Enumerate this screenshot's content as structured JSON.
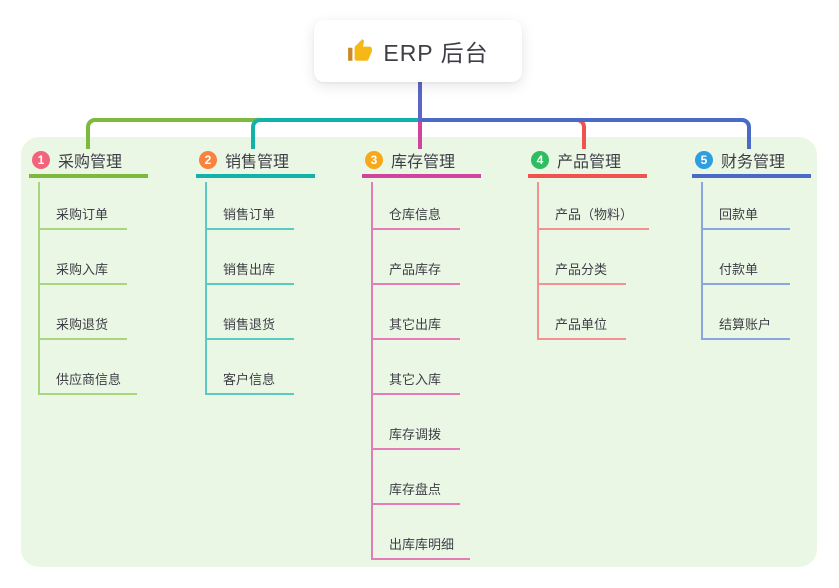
{
  "root": {
    "label": "ERP 后台",
    "icon": "thumbs-up-icon"
  },
  "branches": [
    {
      "badge": "1",
      "title": "采购管理",
      "line_color": "#7cb93e",
      "child_line_color": "#a9d57f",
      "badge_color": "#f2647c",
      "children": [
        "采购订单",
        "采购入库",
        "采购退货",
        "供应商信息"
      ]
    },
    {
      "badge": "2",
      "title": "销售管理",
      "line_color": "#12b2aa",
      "child_line_color": "#5cc9c2",
      "badge_color": "#f8823e",
      "children": [
        "销售订单",
        "销售出库",
        "销售退货",
        "客户信息"
      ]
    },
    {
      "badge": "3",
      "title": "库存管理",
      "line_color": "#d0449c",
      "child_line_color": "#e57cba",
      "badge_color": "#f7a81b",
      "children": [
        "仓库信息",
        "产品库存",
        "其它出库",
        "其它入库",
        "库存调拨",
        "库存盘点",
        "出库库明细"
      ]
    },
    {
      "badge": "4",
      "title": "产品管理",
      "line_color": "#ef5350",
      "child_line_color": "#f59191",
      "badge_color": "#2fbd5f",
      "children": [
        "产品（物料）",
        "产品分类",
        "产品单位"
      ]
    },
    {
      "badge": "5",
      "title": "财务管理",
      "line_color": "#4a6bc5",
      "child_line_color": "#8aa6e0",
      "badge_color": "#2d9ee0",
      "children": [
        "回款单",
        "付款单",
        "结算账户"
      ]
    }
  ],
  "colors": {
    "root_line": "#5b66c8",
    "panel_bg": "#ebf7e5",
    "card_bg": "#ffffff",
    "text": "#3e3e46",
    "thumb_gold": "#f5b817",
    "thumb_cuff": "#c98a2c"
  }
}
